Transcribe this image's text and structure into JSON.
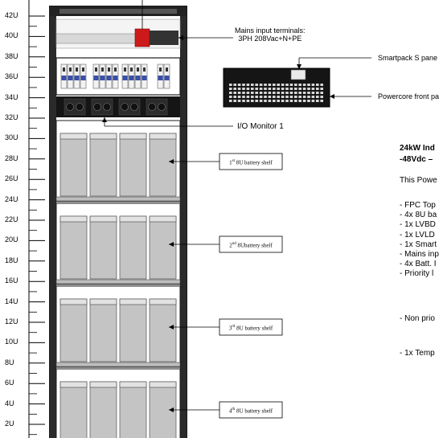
{
  "rack": {
    "u_labels": [
      "42U",
      "40U",
      "38U",
      "36U",
      "34U",
      "32U",
      "30U",
      "28U",
      "26U",
      "24U",
      "22U",
      "20U",
      "18U",
      "16U",
      "14U",
      "12U",
      "10U",
      "8U",
      "6U",
      "4U",
      "2U"
    ]
  },
  "callouts": {
    "mains_line1": "Mains input terminals:",
    "mains_line2": "3PH 208Vac+N+PE",
    "smartpack": "Smartpack S pane",
    "powercore": "Powercore front pa",
    "io_monitor": "I/O Monitor 1"
  },
  "shelves": [
    {
      "num": "1",
      "sup": "st",
      "text": " 8U battery shelf"
    },
    {
      "num": "2",
      "sup": "nd",
      "text": " 8Ubattery shelf"
    },
    {
      "num": "3",
      "sup": "rd",
      "text": " 8U battery shelf"
    },
    {
      "num": "4",
      "sup": "th",
      "text": " 8U battery shelf"
    }
  ],
  "description": {
    "title_line1": "24kW Ind",
    "title_line2": "-48Vdc – ",
    "intro": "This Powe",
    "items": [
      "- FPC Top",
      "- 4x 8U ba",
      "- 1x LVBD",
      "- 1x LVLD",
      "- 1x Smart",
      "- Mains inp",
      "- 4x Batt. I",
      "-  Priority l"
    ],
    "non_priority": "- Non prio",
    "temp": "- 1x Temp"
  },
  "colors": {
    "rack_frame": "#1c1c1c",
    "battery_fill": "#c4c4c4",
    "breaker_red": "#cc1a1a",
    "breaker_blue": "#3a4fa8",
    "powercore": "#151515"
  }
}
